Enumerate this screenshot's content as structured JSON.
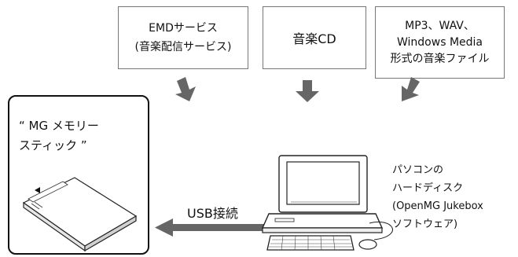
{
  "sources": {
    "emd": {
      "line1": "EMDサービス",
      "line2": "(音楽配信サービス)"
    },
    "cd": {
      "line1": "音楽CD"
    },
    "files": {
      "line1": "MP3、WAV、",
      "line2": "Windows Media",
      "line3": "形式の音楽ファイル"
    }
  },
  "stick": {
    "line1": "“ MG メモリー",
    "line2": "スティック ”"
  },
  "connection": {
    "label": "USB接続"
  },
  "pc": {
    "line1": "パソコンの",
    "line2": "ハードディスク",
    "line3": "(OpenMG Jukebox",
    "line4": "ソフトウェア)"
  }
}
